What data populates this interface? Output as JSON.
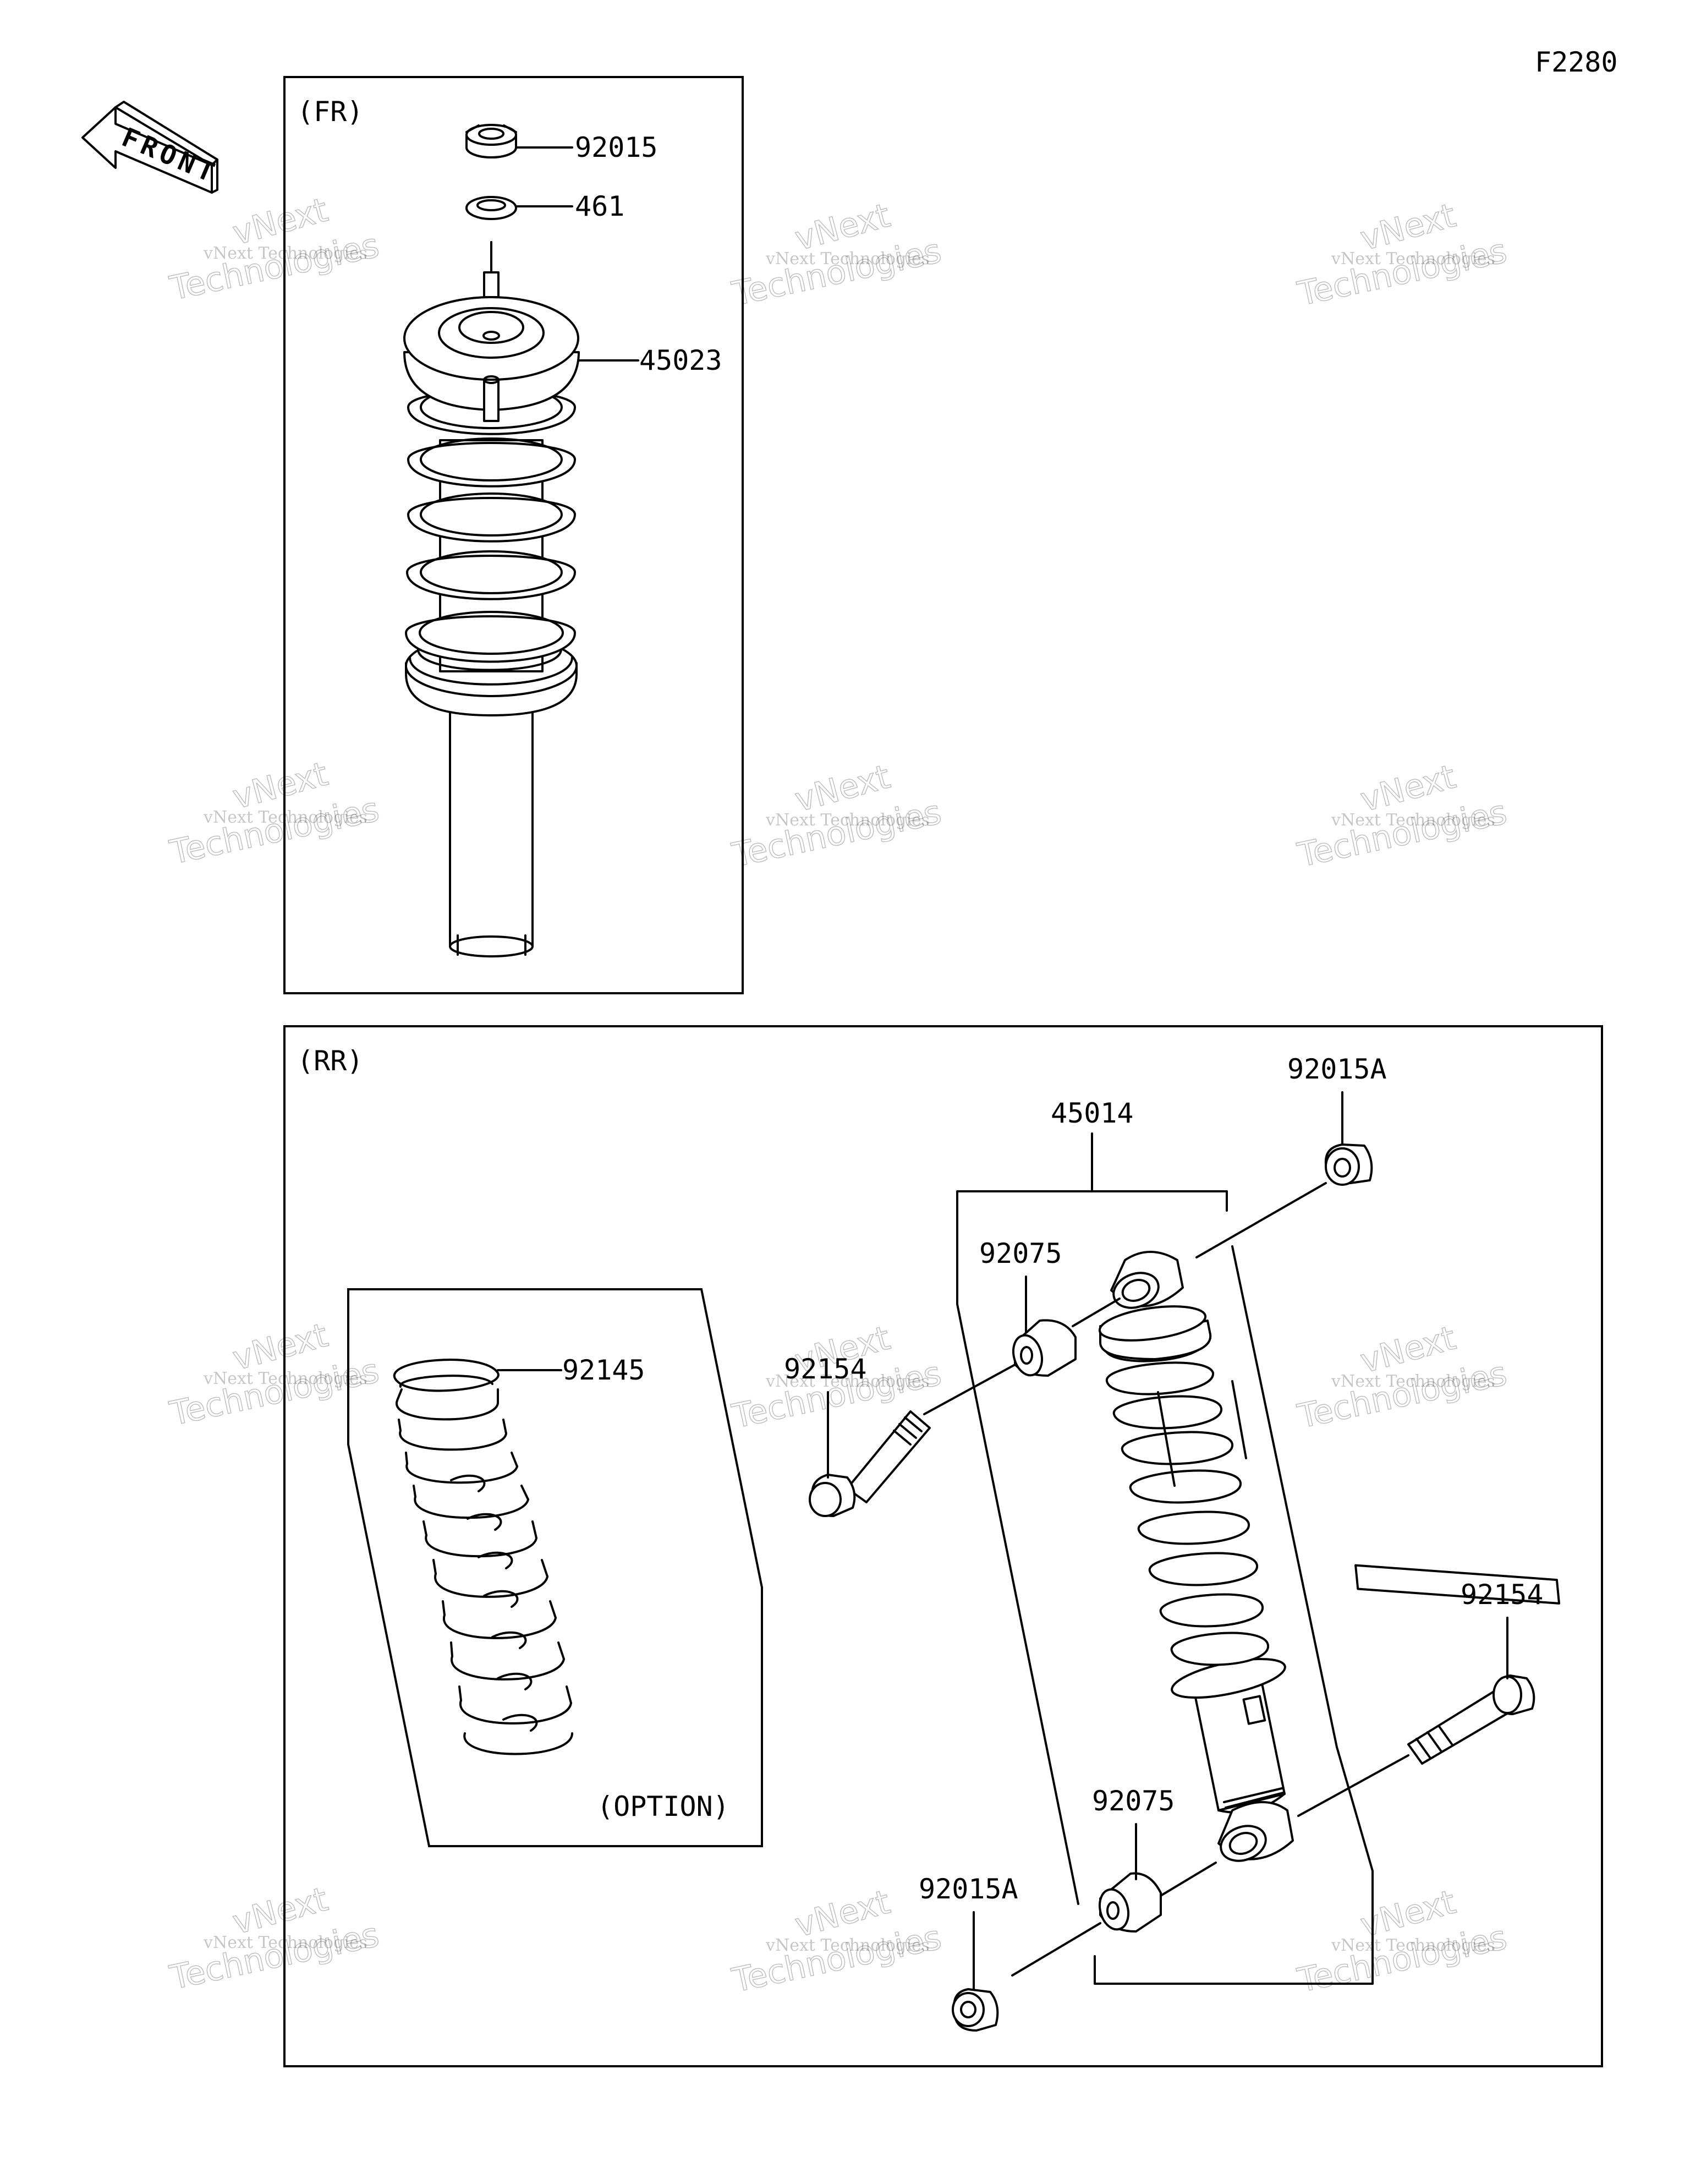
{
  "figure_code": "F2280",
  "front_arrow_label": "FRONT",
  "sections": {
    "front": {
      "label": "(FR)"
    },
    "rear": {
      "label": "(RR)",
      "option_label": "(OPTION)"
    }
  },
  "parts": {
    "fr_nut": "92015",
    "fr_washer": "461",
    "fr_shock": "45023",
    "rr_shock": "45014",
    "rr_nut_top": "92015A",
    "rr_bushing_top": "92075",
    "rr_bolt_top": "92154",
    "rr_spring_option": "92145",
    "rr_bolt_bottom": "92154",
    "rr_bushing_bottom": "92075",
    "rr_nut_bottom": "92015A"
  },
  "watermark": {
    "line1": "vNext Technologies",
    "line2": "vNext",
    "line3": "Technologies"
  }
}
